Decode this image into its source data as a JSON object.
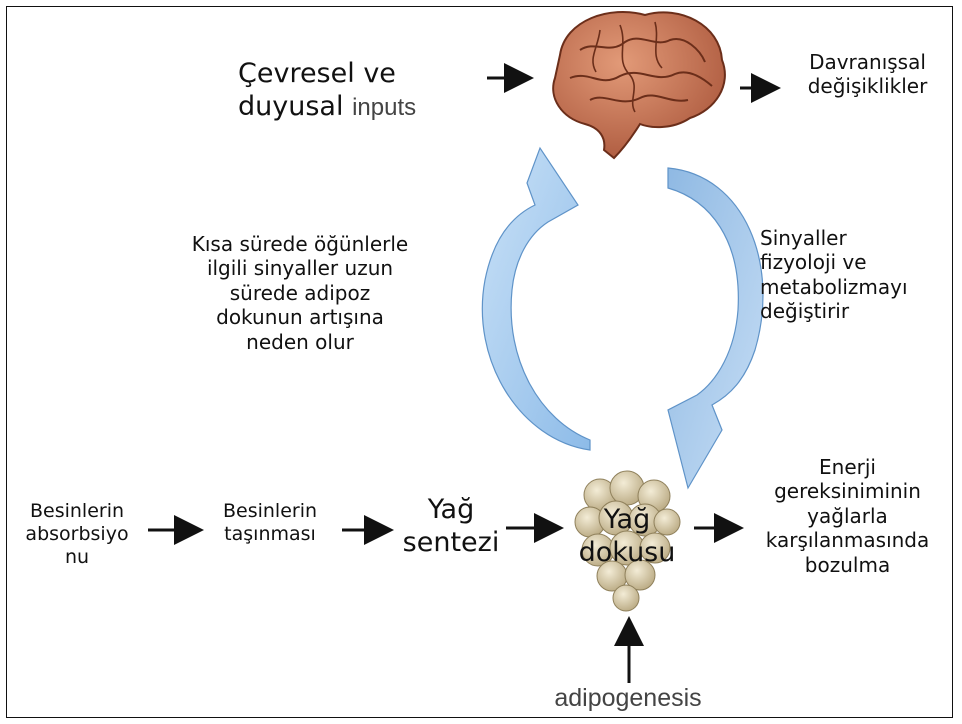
{
  "diagram": {
    "env_line1": "Çevresel ve",
    "env_line2_prefix": "duyusal",
    "env_line2_suffix": "inputs",
    "behavior": "Davranışsal\ndeğişiklikler",
    "left_loop_text": "Kısa sürede öğünlerle\nilgili sinyaller uzun\nsürede adipoz\ndokunun artışına\nneden olur",
    "right_loop_text": "Sinyaller\nfizyoloji ve\nmetabolizmayı\ndeğiştirir",
    "absorption": "Besinlerin\nabsorbsiyo\nnu",
    "transport": "Besinlerin\ntaşınması",
    "fat_synthesis": "Yağ\nsentezi",
    "fat_tissue": "Yağ\ndokusu",
    "energy": "Enerji\ngereksiniminin\nyağlarla\nkarşılanmasında\nbozulma",
    "adipogenesis": "adipogenesis"
  },
  "colors": {
    "arrow_fill": "#a9cdf0",
    "arrow_stroke": "#5f93c8",
    "brain": "#c9724f",
    "fat_cells": "#d9cfae"
  }
}
